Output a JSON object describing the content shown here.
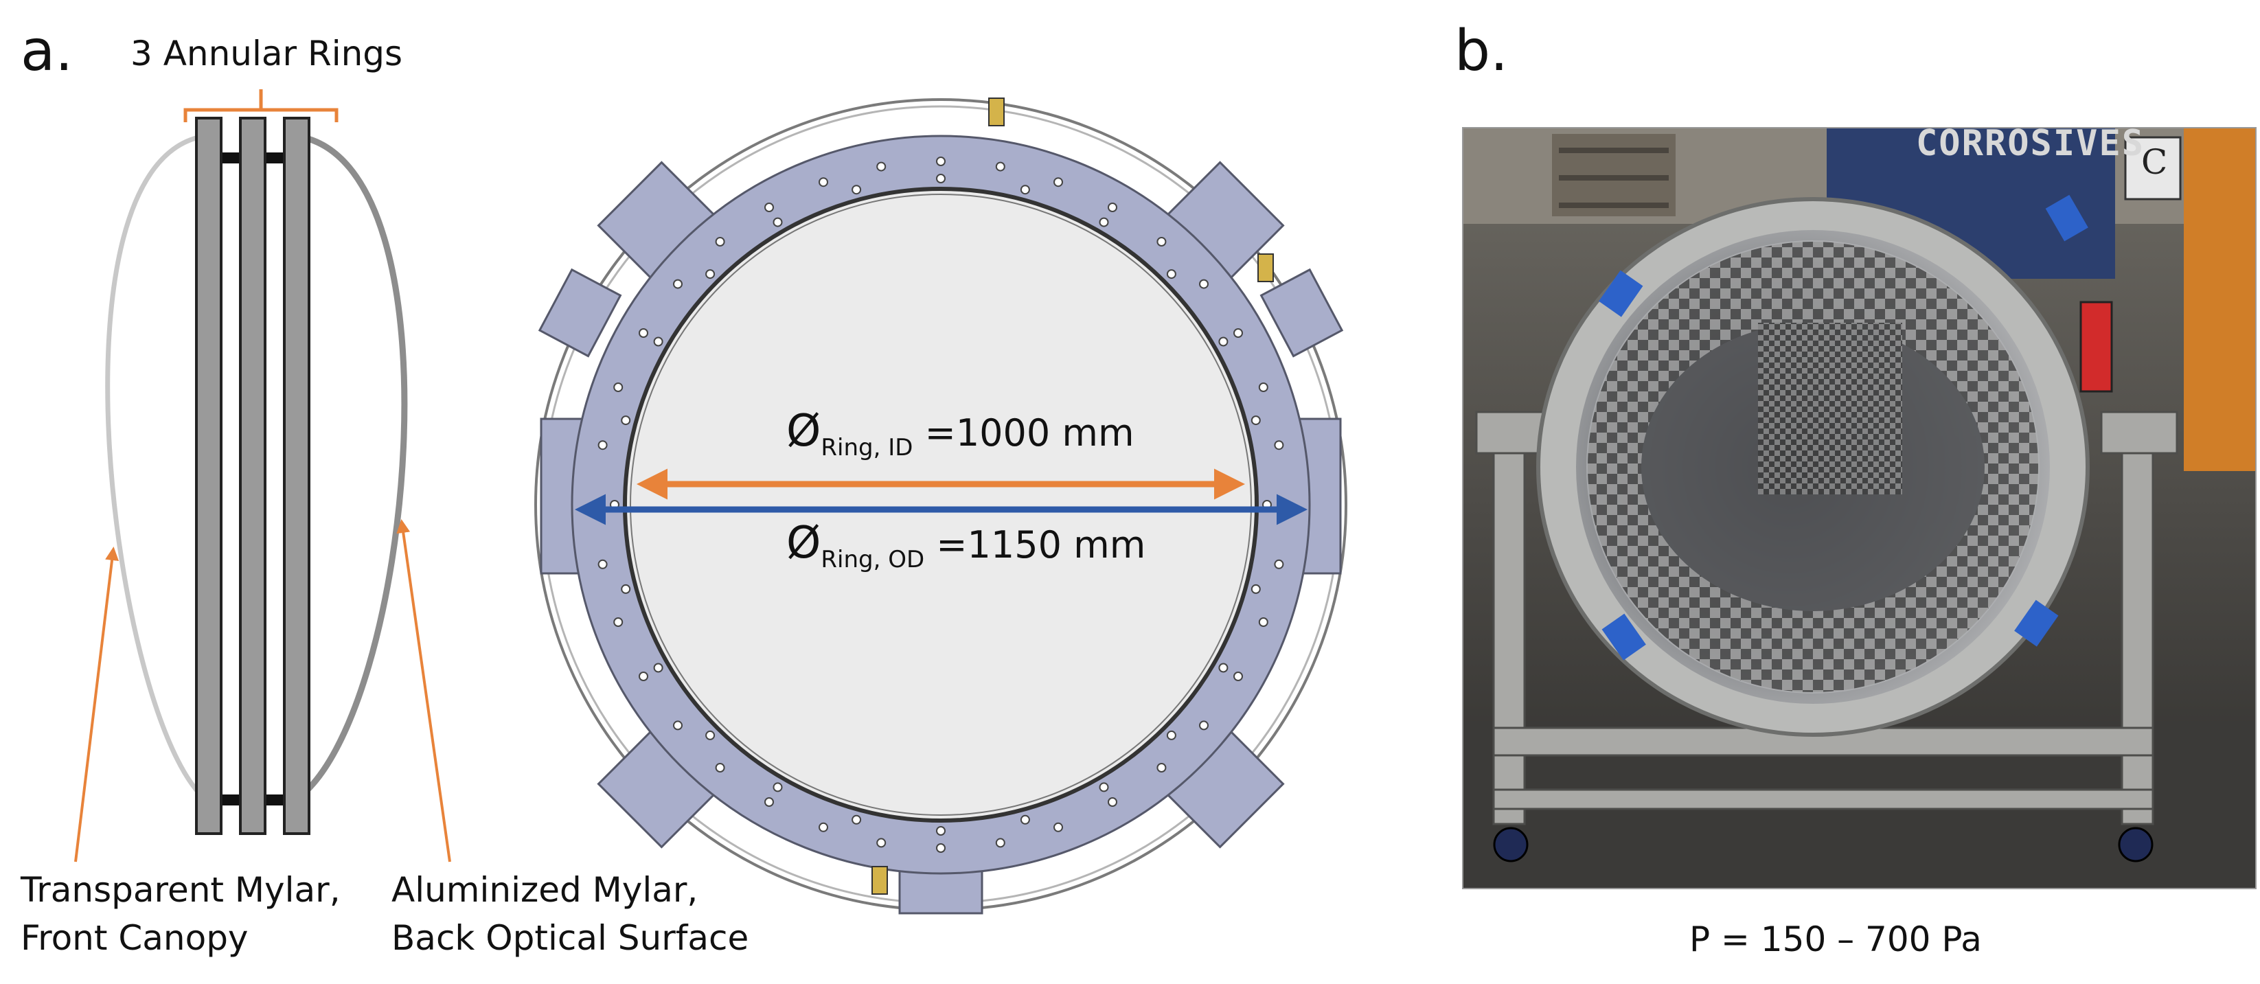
{
  "panel_a": {
    "letter": "a.",
    "rings_label": "3 Annular Rings",
    "front_label_line1": "Transparent Mylar,",
    "front_label_line2": "Front Canopy",
    "back_label_line1": "Aluminized Mylar,",
    "back_label_line2": "Back Optical Surface",
    "id_symbol": "Ø",
    "id_subscript": "Ring, ID",
    "id_value": " =1000 mm",
    "od_symbol": "Ø",
    "od_subscript": "Ring, OD",
    "od_value": " =1150 mm"
  },
  "panel_b": {
    "letter": "b.",
    "photo_sign_text": "CORROSIVES",
    "photo_sign_letter": "C",
    "pressure_caption": "P = 150 – 700 Pa"
  },
  "colors": {
    "orange": "#E8833A",
    "blue": "#2E5AA8",
    "ring_frame": "#A9AECB",
    "ring_frame_edge": "#55586a",
    "rings_gray": "#9a9a9a",
    "inner_disk": "#ebebeb"
  }
}
